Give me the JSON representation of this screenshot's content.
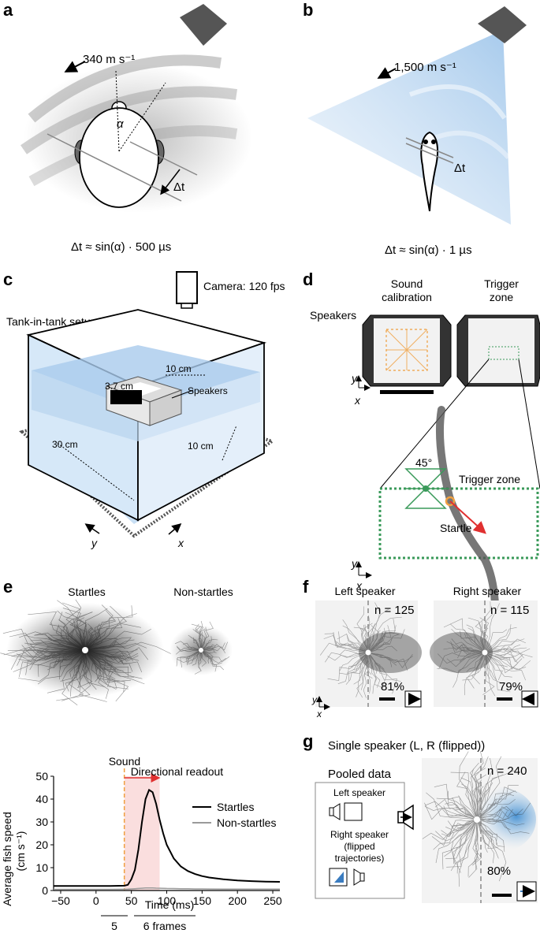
{
  "panels": {
    "a": {
      "letter": "a",
      "speed": "340 m s⁻¹",
      "alpha": "α",
      "dt": "Δt",
      "formula": "Δt ≈ sin(α) · 500 µs"
    },
    "b": {
      "letter": "b",
      "speed": "1,500 m s⁻¹",
      "dt": "Δt",
      "formula": "Δt ≈ sin(α) · 1 µs"
    },
    "c": {
      "letter": "c",
      "camera": "Camera: 120 fps",
      "setup": "Tank-in-tank setup",
      "dim_10cm_top": "10 cm",
      "dim_3_7": "3.7 cm",
      "speakers": "Speakers",
      "dim_30": "30 cm",
      "dim_10cm_side": "10 cm",
      "axis_y": "y",
      "axis_x": "x"
    },
    "d": {
      "letter": "d",
      "sound_calibration_1": "Sound",
      "sound_calibration_2": "calibration",
      "trigger_zone_1": "Trigger",
      "trigger_zone_2": "zone",
      "speakers": "Speakers",
      "axis_y": "y",
      "axis_x": "x",
      "angle": "45°",
      "trigger_zone_label": "Trigger zone",
      "startle": "Startle"
    },
    "e": {
      "letter": "e",
      "startles_title": "Startles",
      "nonstartles_title": "Non-startles",
      "sound": "Sound",
      "directional_readout": "Directional readout",
      "legend_startles": "Startles",
      "legend_nonstartles": "Non-startles",
      "ylabel_1": "Average fish speed",
      "ylabel_2": "(cm s⁻¹)",
      "xlabel": "Time (ms)",
      "frames_5": "5",
      "frames_6": "6 frames"
    },
    "f": {
      "letter": "f",
      "left_title": "Left speaker",
      "right_title": "Right speaker",
      "left_n": "n = 125",
      "right_n": "n = 115",
      "left_pct": "81%",
      "right_pct": "79%",
      "axis_y": "y",
      "axis_x": "x"
    },
    "g": {
      "letter": "g",
      "title": "Single speaker (L, R (flipped))",
      "pooled": "Pooled data",
      "left_speaker": "Left speaker",
      "right_1": "Right speaker",
      "right_2": "(flipped",
      "right_3": "trajectories)",
      "n": "n = 240",
      "pct": "80%"
    }
  },
  "chart_data": {
    "type": "line",
    "x": [
      -60,
      -40,
      -20,
      0,
      20,
      40,
      45,
      50,
      55,
      60,
      65,
      70,
      75,
      80,
      85,
      90,
      95,
      100,
      110,
      120,
      130,
      140,
      150,
      160,
      180,
      200,
      220,
      240,
      260
    ],
    "series": [
      {
        "name": "Startles",
        "values": [
          2,
          2,
          2,
          2,
          2,
          2.1,
          2.5,
          5,
          9,
          18,
          30,
          40,
          44,
          43,
          38,
          31,
          25,
          20,
          14,
          10.5,
          8.5,
          7.2,
          6.3,
          5.7,
          4.9,
          4.4,
          4.1,
          3.9,
          3.8
        ]
      },
      {
        "name": "Non-startles",
        "values": [
          0.5,
          0.5,
          0.5,
          0.5,
          0.5,
          0.55,
          0.6,
          0.7,
          0.8,
          0.9,
          1.0,
          1.1,
          1.1,
          1.1,
          1.05,
          1.0,
          0.95,
          0.9,
          0.85,
          0.8,
          0.75,
          0.7,
          0.7,
          0.65,
          0.6,
          0.6,
          0.6,
          0.6,
          0.6
        ]
      }
    ],
    "xlim": [
      -60,
      260
    ],
    "ylim": [
      0,
      50
    ],
    "xticks": [
      "−50",
      "0",
      "50",
      "100",
      "150",
      "200",
      "250"
    ],
    "yticks": [
      "0",
      "10",
      "20",
      "30",
      "40",
      "50"
    ],
    "xlabel": "Time (ms)",
    "ylabel": "Average fish speed (cm s⁻¹)",
    "sound_onset_ms": 40,
    "readout_window_ms": [
      40,
      90
    ],
    "colors": {
      "Startles": "#000000",
      "Non-startles": "#9a9a9a",
      "sound_line": "#f0a040",
      "readout": "#f8d0d0",
      "arrow": "#e03030"
    }
  }
}
